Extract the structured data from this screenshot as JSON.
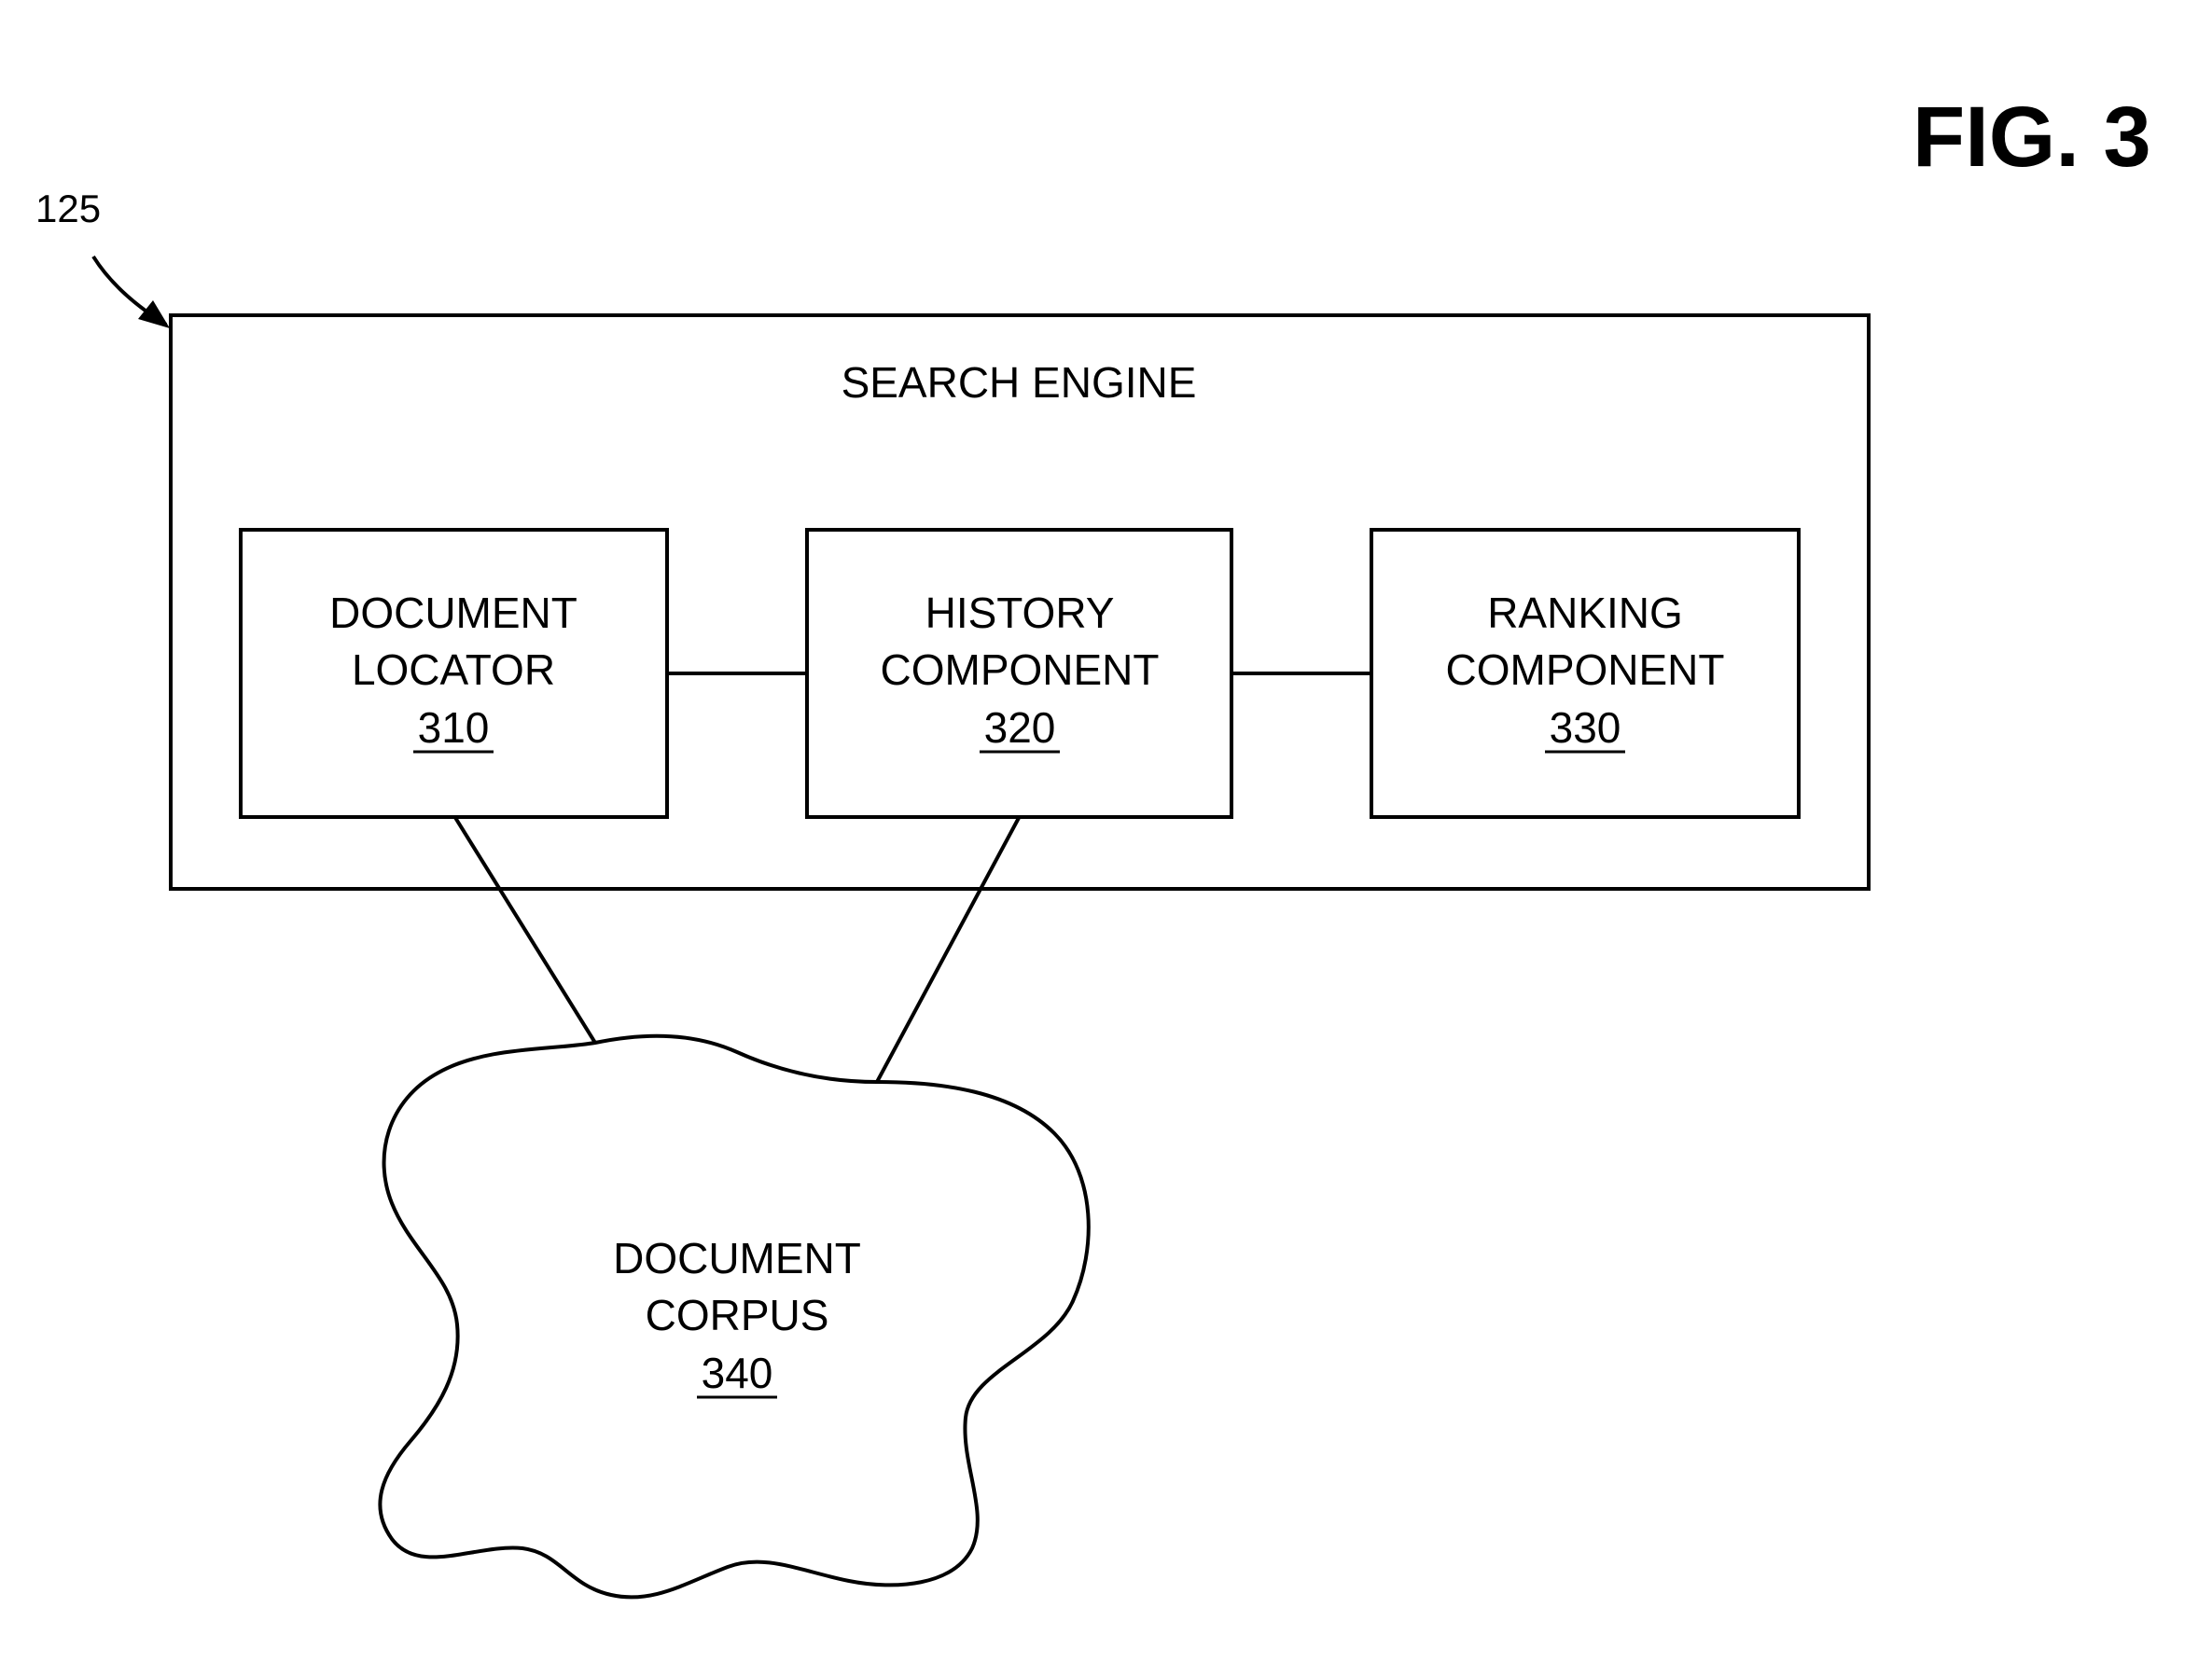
{
  "figure": {
    "label": "FIG. 3",
    "reference": "125"
  },
  "search_engine": {
    "title": "SEARCH ENGINE"
  },
  "components": [
    {
      "line1": "DOCUMENT",
      "line2": "LOCATOR",
      "number": "310"
    },
    {
      "line1": "HISTORY",
      "line2": "COMPONENT",
      "number": "320"
    },
    {
      "line1": "RANKING",
      "line2": "COMPONENT",
      "number": "330"
    }
  ],
  "corpus": {
    "line1": "DOCUMENT",
    "line2": "CORPUS",
    "number": "340"
  }
}
